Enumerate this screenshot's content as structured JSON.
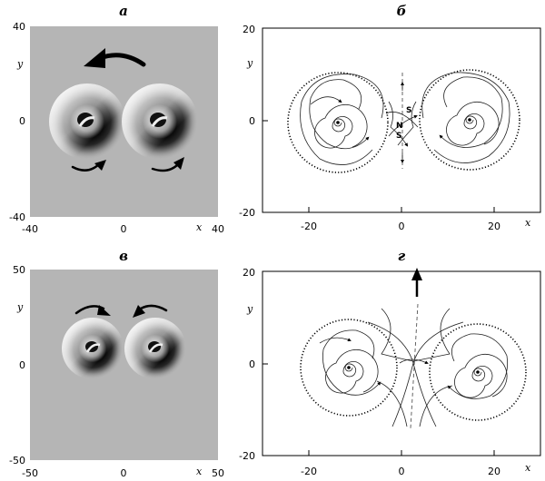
{
  "panels": {
    "a": {
      "label": "а",
      "x_ticks": [
        "-40",
        "0",
        "40"
      ],
      "y_ticks": [
        "40",
        "0",
        "-40"
      ],
      "xlabel": "x",
      "ylabel": "y"
    },
    "b": {
      "label": "б",
      "x_ticks": [
        "-20",
        "0",
        "20"
      ],
      "y_ticks": [
        "20",
        "0",
        "-20"
      ],
      "xlabel": "x",
      "ylabel": "y",
      "point_labels": [
        "S",
        "N",
        "S"
      ]
    },
    "c": {
      "label": "в",
      "x_ticks": [
        "-50",
        "0",
        "50"
      ],
      "y_ticks": [
        "50",
        "0",
        "-50"
      ],
      "xlabel": "x",
      "ylabel": "y"
    },
    "d": {
      "label": "г",
      "x_ticks": [
        "-20",
        "0",
        "20"
      ],
      "y_ticks": [
        "20",
        "0",
        "-20"
      ],
      "xlabel": "x",
      "ylabel": "y"
    }
  },
  "colors": {
    "field_background": "#b5b5b5",
    "ink": "#000000"
  }
}
